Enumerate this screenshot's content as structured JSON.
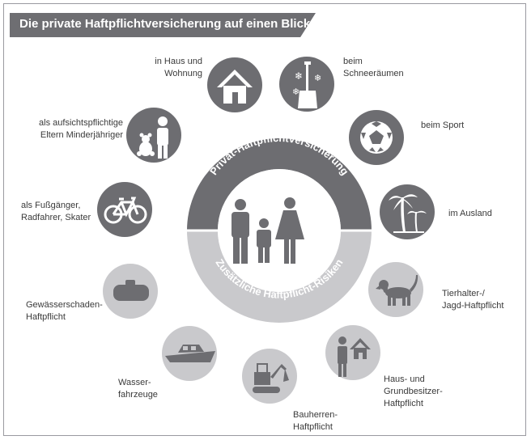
{
  "title": "Die private Haftpflichtversicherung auf einen Blick",
  "center": {
    "top_text": "Privat-Haftpflichtversicherung",
    "bottom_text": "Zusätzliche Haftpflicht-Risiken"
  },
  "items": [
    {
      "line1": "in Haus und",
      "line2": "Wohnung",
      "icon": "house-icon"
    },
    {
      "line1": "beim",
      "line2": "Schneeräumen",
      "icon": "snow-shovel-icon"
    },
    {
      "line1": "beim Sport",
      "line2": "",
      "icon": "soccer-ball-icon"
    },
    {
      "line1": "im Ausland",
      "line2": "",
      "icon": "palm-tree-icon"
    },
    {
      "line1": "Tierhalter-/",
      "line2": "Jagd-Haftpflicht",
      "icon": "dog-icon"
    },
    {
      "line1": "Haus- und",
      "line2": "Grundbesitzer-",
      "line3": "Haftpflicht",
      "icon": "person-house-icon"
    },
    {
      "line1": "Bauherren-",
      "line2": "Haftpflicht",
      "icon": "excavator-icon"
    },
    {
      "line1": "Wasser-",
      "line2": "fahrzeuge",
      "icon": "boat-icon"
    },
    {
      "line1": "Gewässerschaden-",
      "line2": "Haftpflicht",
      "icon": "oil-tank-icon"
    },
    {
      "line1": "als Fußgänger,",
      "line2": "Radfahrer, Skater",
      "icon": "bicycle-icon"
    },
    {
      "line1": "als aufsichtspflichtige",
      "line2": "Eltern Minderjähriger",
      "icon": "parent-teddy-icon"
    }
  ],
  "colors": {
    "dark": "#6d6d71",
    "light": "#c9c9cc",
    "text": "#3a3a3a"
  }
}
